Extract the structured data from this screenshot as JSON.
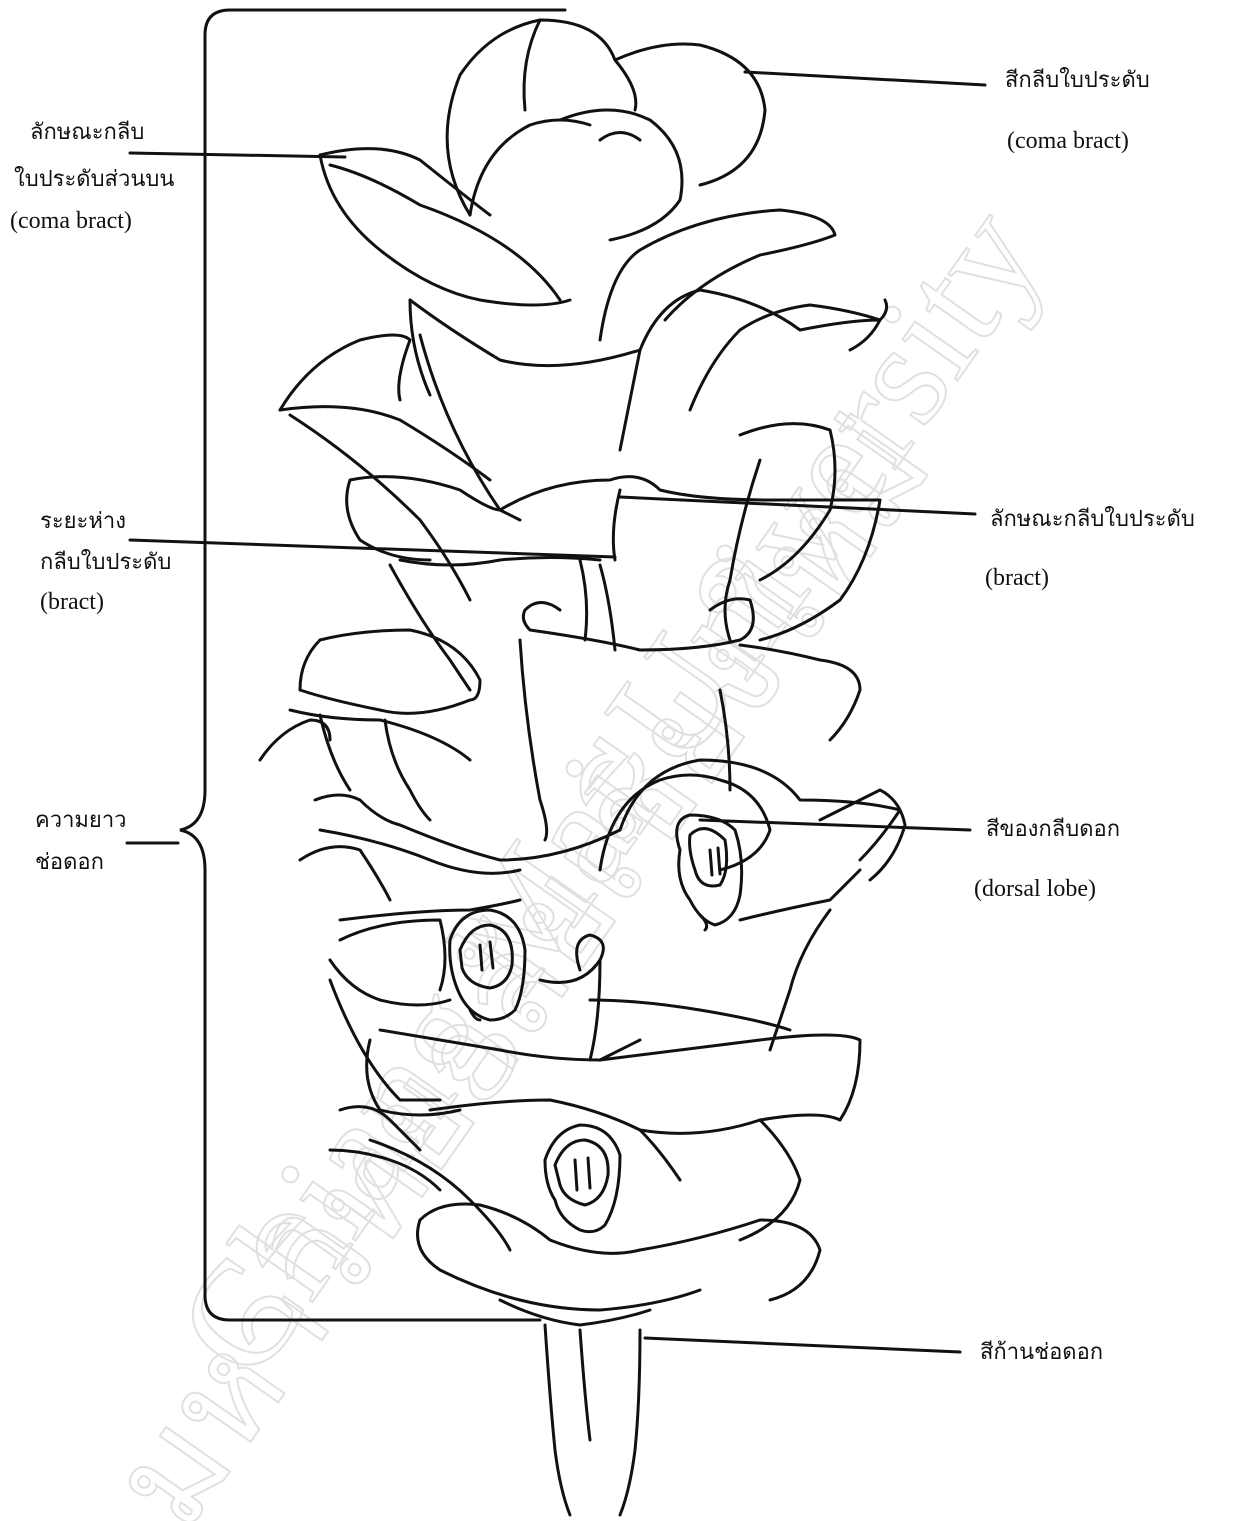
{
  "diagram": {
    "subject": "turmeric-inflorescence",
    "colors": {
      "ink": "#111111",
      "watermark": "#c8c8c8",
      "background": "#ffffff"
    },
    "watermark": {
      "line1": "มหาวิทยาลัยเชียงใหม่",
      "line2": "Chiang Mai University"
    },
    "labels": {
      "coma_bract_color": {
        "th": "สีกลีบใบประดับ",
        "en": "(coma bract)"
      },
      "coma_bract_shape": {
        "th1": "ลักษณะกลีบ",
        "th2": "ใบประดับส่วนบน",
        "en": "(coma bract)"
      },
      "bract_spacing": {
        "th1": "ระยะห่าง",
        "th2": "กลีบใบประดับ",
        "en": "(bract)"
      },
      "bract_shape": {
        "th": "ลักษณะกลีบใบประดับ",
        "en": "(bract)"
      },
      "spike_length": {
        "th1": "ความยาว",
        "th2": "ช่อดอก"
      },
      "dorsal_lobe_color": {
        "th": "สีของกลีบดอก",
        "en": "(dorsal lobe)"
      },
      "peduncle_color": {
        "th": "สีก้านช่อดอก"
      }
    }
  }
}
